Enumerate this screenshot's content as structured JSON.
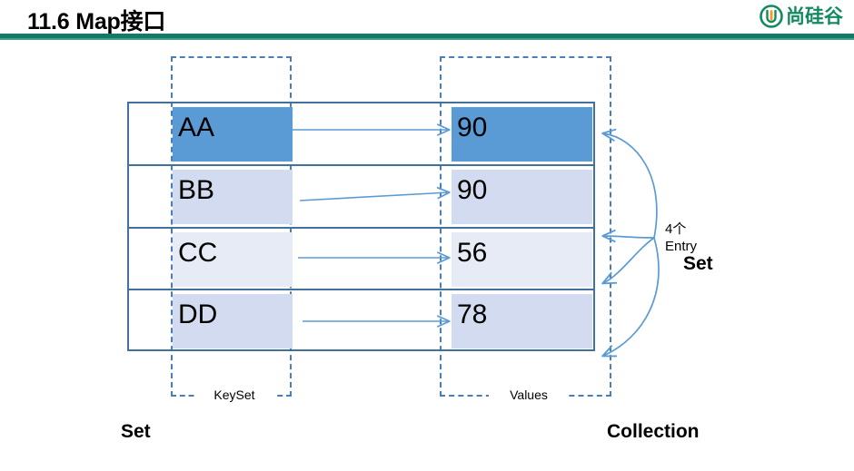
{
  "header": {
    "title": "11.6 Map接口",
    "logo_text": "尚硅谷",
    "logo_mark": "u-circle-icon",
    "rule_color": "#137a63"
  },
  "diagram": {
    "type": "map-interface-structure",
    "colors": {
      "accent_dark": "#5b9bd5",
      "accent_mid": "#d2dbef",
      "accent_light": "#e6ebf6",
      "border": "#41719c",
      "dashed": "#4a7ebb",
      "arrow": "#5b9bd5"
    },
    "rows": [
      {
        "key": "AA",
        "value": "90",
        "key_shade": "dark",
        "value_shade": "dark"
      },
      {
        "key": "BB",
        "value": "90",
        "key_shade": "mid",
        "value_shade": "mid"
      },
      {
        "key": "CC",
        "value": "56",
        "key_shade": "light",
        "value_shade": "light"
      },
      {
        "key": "DD",
        "value": "78",
        "key_shade": "mid",
        "value_shade": "mid"
      }
    ],
    "group_boxes": [
      {
        "name": "keyset",
        "label": "KeySet"
      },
      {
        "name": "values",
        "label": "Values"
      }
    ],
    "annotations": {
      "entry_count": "4个",
      "entry_word": "Entry",
      "entry_set": "Set",
      "bottom_left": "Set",
      "bottom_right": "Collection"
    }
  }
}
